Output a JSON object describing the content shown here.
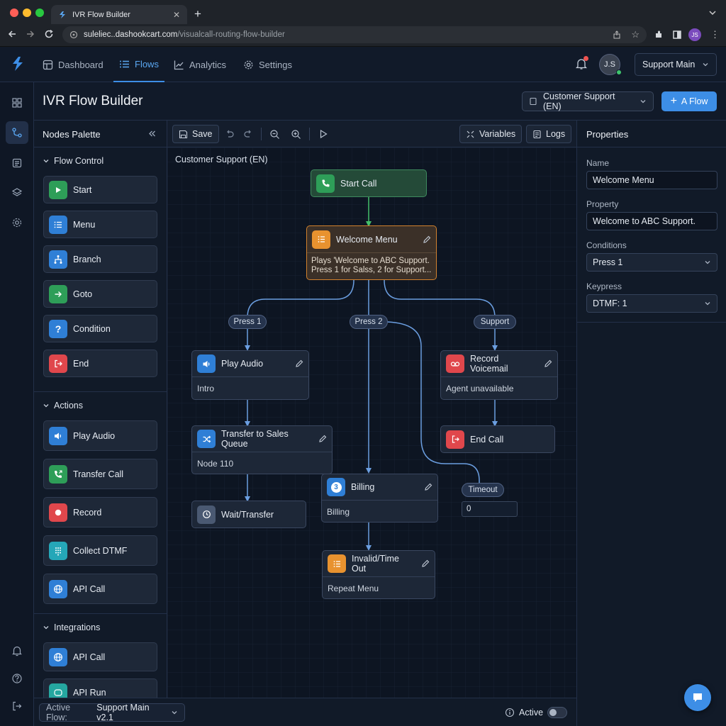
{
  "browser": {
    "tab_title": "IVR Flow Builder",
    "url_host": "suleliec..dashookcart.com",
    "url_path": "/visualcall-routing-flow-builder",
    "profile_initials": "JS"
  },
  "header": {
    "nav": [
      {
        "label": "Dashboard",
        "icon": "dashboard-icon"
      },
      {
        "label": "Flows",
        "icon": "list-icon",
        "active": true
      },
      {
        "label": "Analytics",
        "icon": "chart-icon"
      },
      {
        "label": "Settings",
        "icon": "gear-icon"
      }
    ],
    "user_initials": "J.S",
    "workspace": "Support Main"
  },
  "titlebar": {
    "title": "IVR Flow Builder",
    "flow_select": "Customer Support (EN)",
    "add_flow_label": "A Flow"
  },
  "palette": {
    "title": "Nodes Palette",
    "sections": [
      {
        "title": "Flow Control",
        "items": [
          "Start",
          "Menu",
          "Branch",
          "Goto",
          "Condition",
          "End"
        ]
      },
      {
        "title": "Actions",
        "items": [
          "Play Audio",
          "Transfer Call",
          "Record",
          "Collect DTMF",
          "API Call"
        ]
      },
      {
        "title": "Integrations",
        "items": [
          "API Call",
          "API Run"
        ]
      }
    ]
  },
  "toolbar": {
    "save_label": "Save",
    "variables_label": "Variables",
    "logs_label": "Logs"
  },
  "canvas": {
    "flow_name": "Customer Support (EN)",
    "nodes": {
      "start": {
        "title": "Start Call"
      },
      "welcome": {
        "title": "Welcome Menu",
        "body_line1": "Plays 'Welcome to ABC Support.",
        "body_line2": "Press 1 for Salss, 2 for Support..."
      },
      "play_audio": {
        "title": "Play Audio",
        "body": "Intro"
      },
      "transfer": {
        "title": "Transfer to Sales Queue",
        "body": "Node 110"
      },
      "wait": {
        "title": "Wait/Transfer"
      },
      "billing": {
        "title": "Billing",
        "body": "Billing",
        "badge": "3"
      },
      "invalid": {
        "title": "Invalid/Time Out",
        "body": "Repeat Menu"
      },
      "voicemail": {
        "title": "Record Voicemail",
        "body": "Agent unavailable"
      },
      "end_call": {
        "title": "End Call"
      }
    },
    "edge_labels": {
      "press1": "Press 1",
      "press2": "Press 2",
      "support": "Support",
      "timeout": "Timeout"
    },
    "timeout_value": "0"
  },
  "properties": {
    "title": "Properties",
    "name_label": "Name",
    "name_value": "Welcome Menu",
    "property_label": "Property",
    "property_value": "Welcome to ABC Support.",
    "conditions_label": "Conditions",
    "conditions_value": "Press 1",
    "keypress_label": "Keypress",
    "keypress_value": "DTMF: 1"
  },
  "footer": {
    "active_flow_label": "Active Flow:",
    "active_flow_value": "Support Main v2.1",
    "active_toggle_label": "Active"
  },
  "colors": {
    "accent": "#3d8ee6",
    "start_green": "#2e9e58",
    "menu_orange": "#e8922f",
    "end_red": "#e0474c",
    "info_blue": "#2f7fd6"
  }
}
